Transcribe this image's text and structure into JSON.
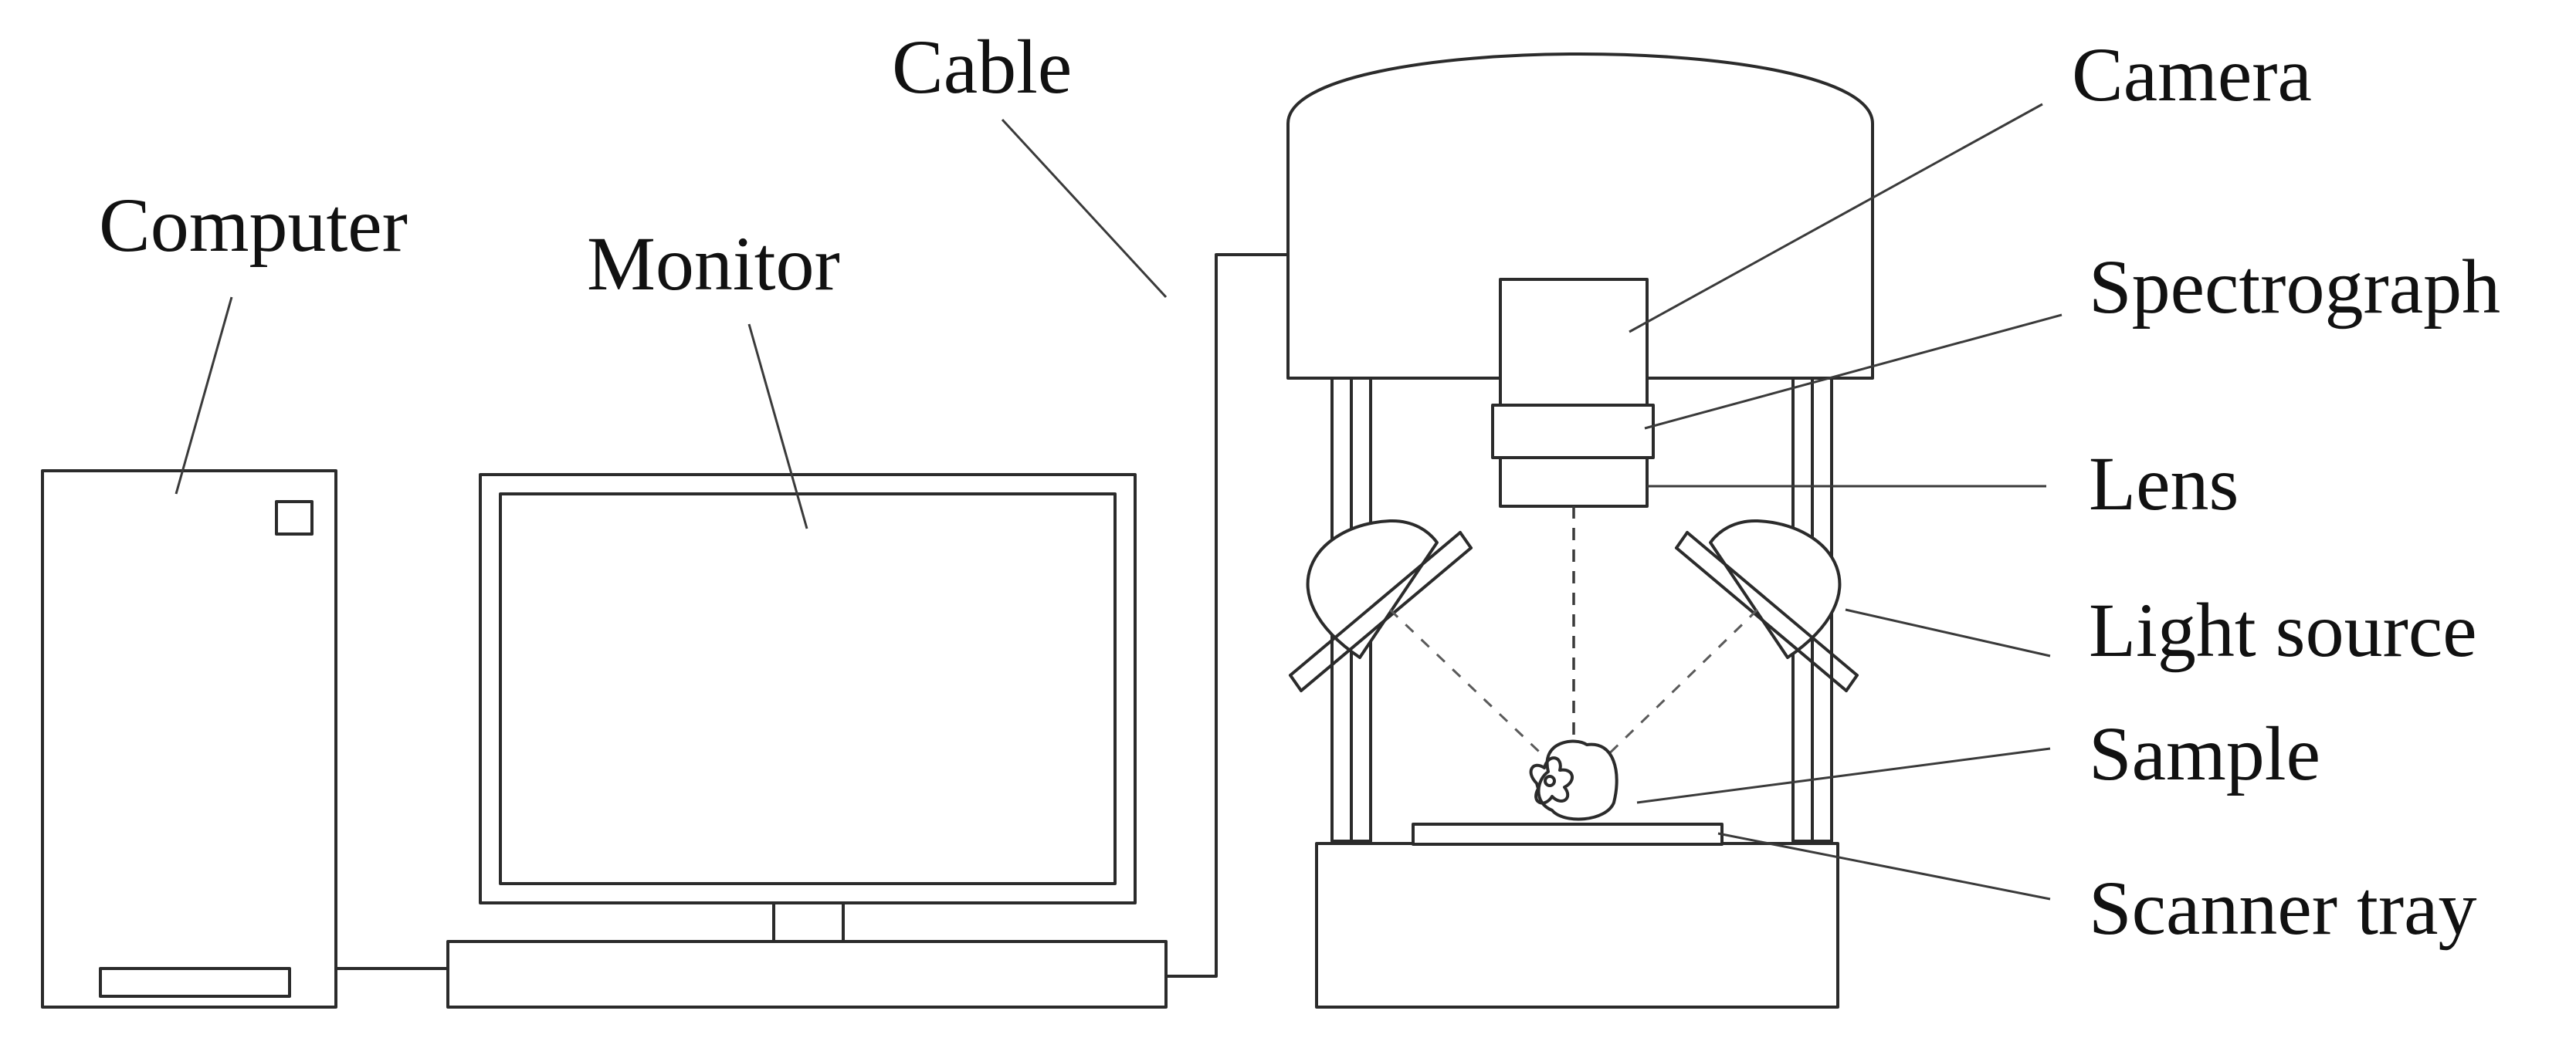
{
  "labels": {
    "computer": "Computer",
    "monitor": "Monitor",
    "cable": "Cable",
    "camera": "Camera",
    "spectrograph": "Spectrograph",
    "lens": "Lens",
    "light_source": "Light source",
    "sample": "Sample",
    "scanner_tray": "Scanner tray"
  },
  "colors": {
    "stroke": "#2b2b2b",
    "background": "#ffffff",
    "text": "#111111"
  }
}
